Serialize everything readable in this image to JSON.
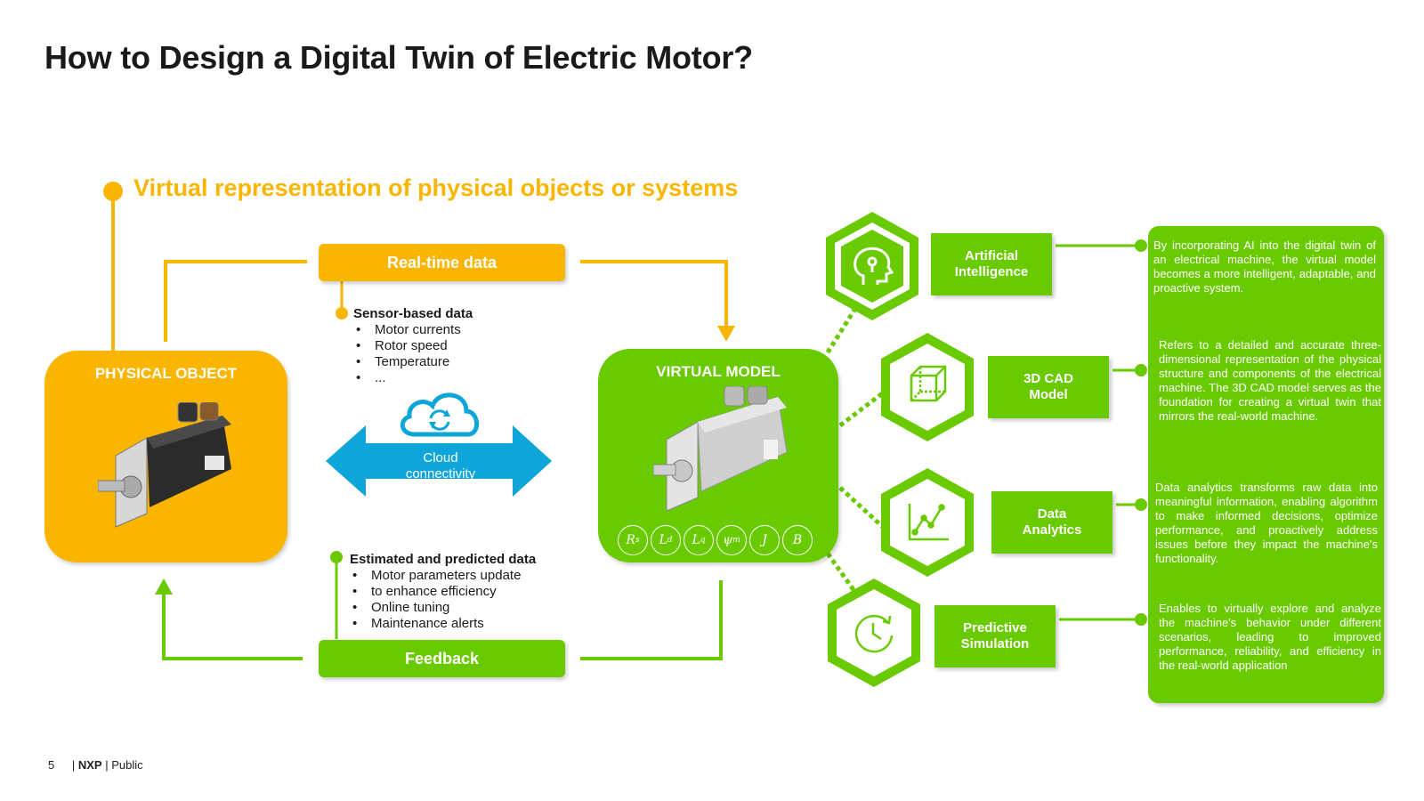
{
  "title": "How to Design a Digital Twin of Electric Motor?",
  "subtitle": "Virtual representation of physical objects or systems",
  "physical_object": {
    "label": "PHYSICAL OBJECT"
  },
  "virtual_model": {
    "label": "VIRTUAL MODEL",
    "params": [
      "Rs",
      "Ld",
      "Lq",
      "ψm",
      "J",
      "B"
    ]
  },
  "realtime": {
    "label": "Real-time data",
    "heading": "Sensor-based data",
    "items": [
      "Motor currents",
      "Rotor speed",
      "Temperature",
      "..."
    ]
  },
  "cloud": {
    "label_line1": "Cloud",
    "label_line2": "connectivity"
  },
  "feedback": {
    "label": "Feedback",
    "heading": "Estimated and predicted data",
    "items": [
      "Motor parameters update",
      "to enhance efficiency",
      "Online tuning",
      "Maintenance alerts"
    ]
  },
  "capabilities": [
    {
      "line1": "Artificial",
      "line2": "Intelligence",
      "icon": "ai-head-icon",
      "description": "By incorporating AI into the digital twin of an electrical machine, the virtual model becomes a more intelligent, adaptable, and proactive system."
    },
    {
      "line1": "3D CAD",
      "line2": "Model",
      "icon": "cube-icon",
      "description": "Refers to a detailed and accurate three-dimensional representation of the physical structure and components of the electrical machine. The 3D CAD model serves as the foundation for creating a virtual twin that mirrors the real-world machine."
    },
    {
      "line1": "Data",
      "line2": "Analytics",
      "icon": "line-chart-icon",
      "description": "Data analytics transforms raw data into meaningful information, enabling algorithm to make informed decisions, optimize performance, and proactively address issues before they impact the machine's functionality."
    },
    {
      "line1": "Predictive",
      "line2": "Simulation",
      "icon": "clock-refresh-icon",
      "description": "Enables to virtually explore and analyze the machine's behavior under different scenarios, leading to improved performance, reliability, and efficiency in the real-world application"
    }
  ],
  "colors": {
    "yellow": "#f9b500",
    "green": "#69ca00",
    "blue": "#0ea5d8"
  },
  "footer": {
    "page": "5",
    "brand": "NXP",
    "classification": "Public"
  }
}
